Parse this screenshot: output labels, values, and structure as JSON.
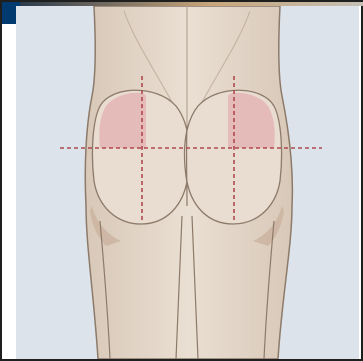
{
  "illustration": {
    "subject": "posterior-buttocks-anatomy",
    "colors": {
      "background": "#dde3ea",
      "skin": "#e6d8cb",
      "skin_shadow": "#d2bfae",
      "outline": "#8c7a6a",
      "marking_zone": "#e3a9ad",
      "dashed_line": "#b0494f",
      "brand_corner": "#003a6e"
    },
    "icons": [
      "dashed-horizontal-line",
      "dashed-vertical-line-left",
      "dashed-vertical-line-right"
    ]
  }
}
